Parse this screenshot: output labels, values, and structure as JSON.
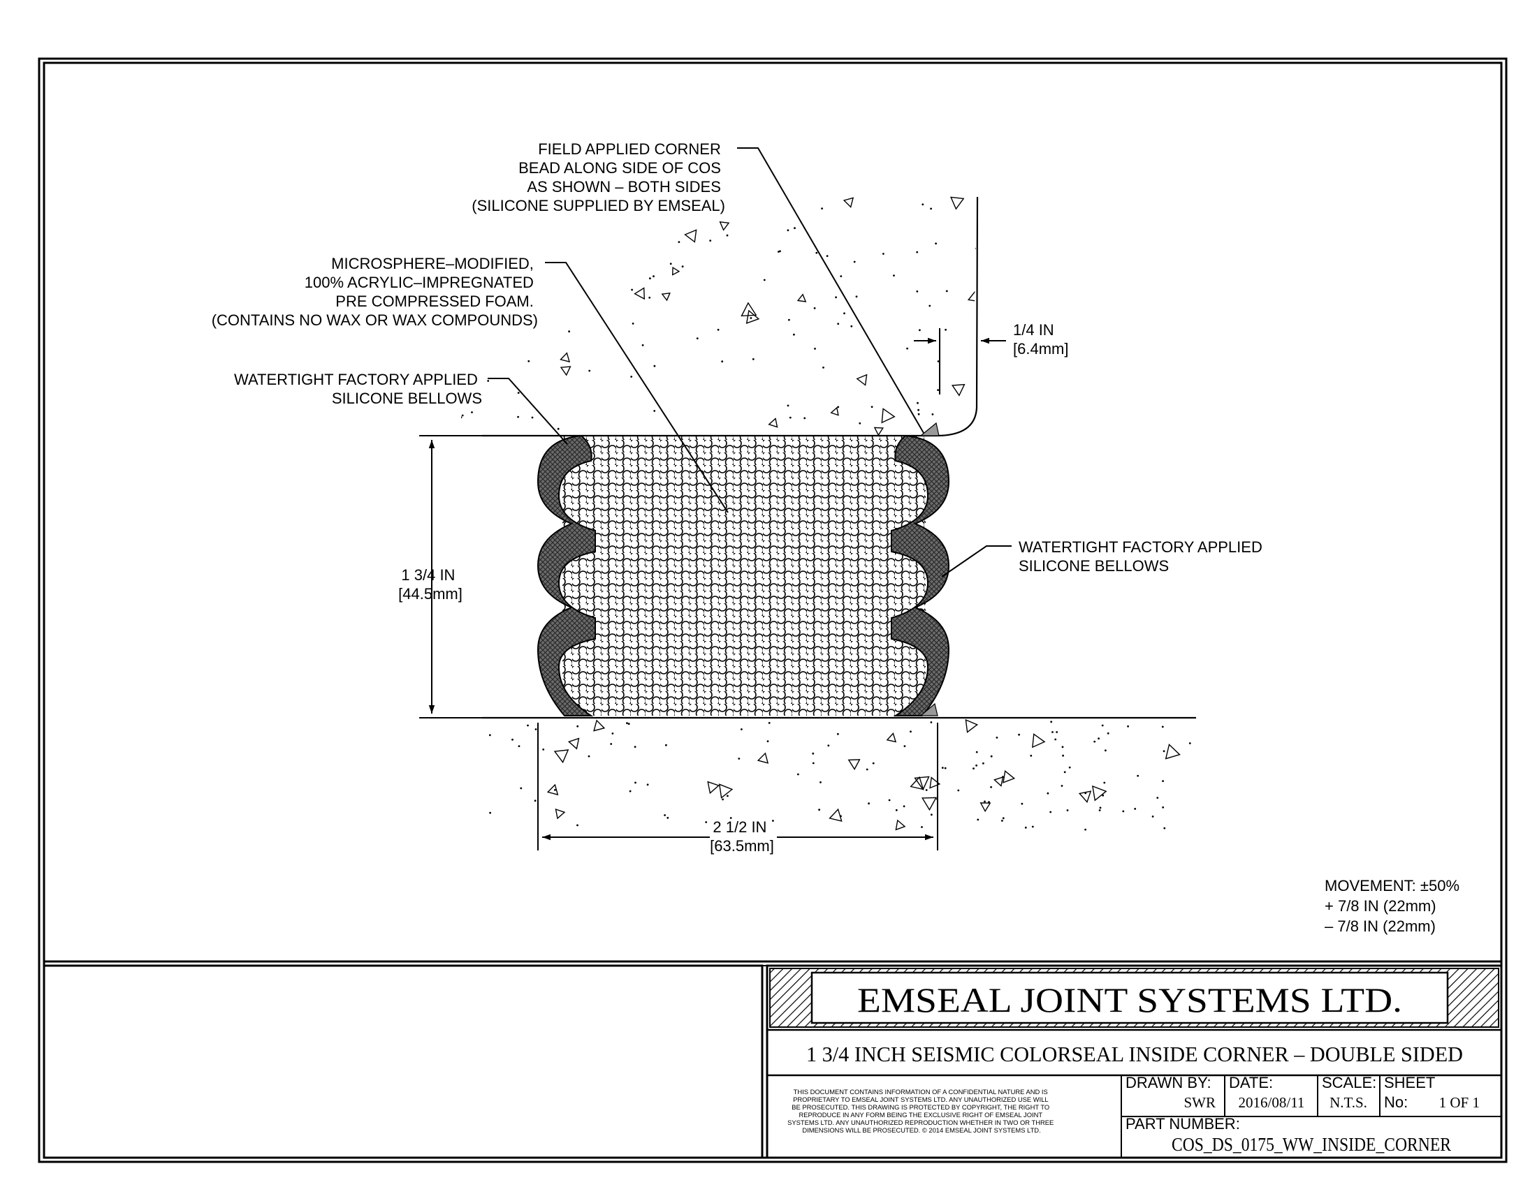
{
  "labels": {
    "corner_bead": [
      "FIELD APPLIED CORNER",
      "BEAD ALONG SIDE OF COS",
      "AS SHOWN – BOTH SIDES",
      "(SILICONE SUPPLIED BY EMSEAL)"
    ],
    "foam": [
      "MICROSPHERE–MODIFIED,",
      "100% ACRYLIC–IMPREGNATED",
      "PRE COMPRESSED FOAM.",
      "(CONTAINS NO WAX OR WAX COMPOUNDS)"
    ],
    "bellows_left": [
      "WATERTIGHT FACTORY APPLIED",
      "SILICONE BELLOWS"
    ],
    "bellows_right": [
      "WATERTIGHT FACTORY APPLIED",
      "SILICONE BELLOWS"
    ]
  },
  "dimensions": {
    "gap": [
      "1/4 IN",
      "[6.4mm]"
    ],
    "height": [
      "1 3/4 IN",
      "[44.5mm]"
    ],
    "width": [
      "2 1/2 IN",
      "[63.5mm]"
    ]
  },
  "movement": [
    "MOVEMENT: ±50%",
    "+ 7/8 IN (22mm)",
    "– 7/8 IN (22mm)"
  ],
  "title_block": {
    "company": "EMSEAL JOINT SYSTEMS LTD.",
    "title": "1 3/4 INCH SEISMIC COLORSEAL INSIDE CORNER – DOUBLE SIDED",
    "disclaimer": [
      "THIS DOCUMENT CONTAINS INFORMATION OF A CONFIDENTIAL NATURE AND IS",
      "PROPRIETARY TO EMSEAL JOINT SYSTEMS LTD. ANY UNAUTHORIZED USE WILL",
      "BE PROSECUTED. THIS DRAWING IS PROTECTED BY COPYRIGHT, THE RIGHT TO",
      "REPRODUCE IN ANY FORM BEING THE EXCLUSIVE RIGHT OF EMSEAL JOINT",
      "SYSTEMS LTD. ANY UNAUTHORIZED REPRODUCTION WHETHER IN TWO OR THREE",
      "DIMENSIONS WILL BE PROSECUTED. © 2014 EMSEAL JOINT SYSTEMS LTD."
    ],
    "drawn_by_label": "DRAWN BY:",
    "drawn_by": "SWR",
    "date_label": "DATE:",
    "date": "2016/08/11",
    "scale_label": "SCALE:",
    "scale": "N.T.S.",
    "sheet_label": "SHEET",
    "sheet_no_label": "No:",
    "sheet": "1 OF 1",
    "part_number_label": "PART NUMBER:",
    "part_number": "COS_DS_0175_WW_INSIDE_CORNER"
  },
  "colors": {
    "line": "#000000",
    "bellows_fill": "#555555",
    "paper": "#ffffff"
  }
}
